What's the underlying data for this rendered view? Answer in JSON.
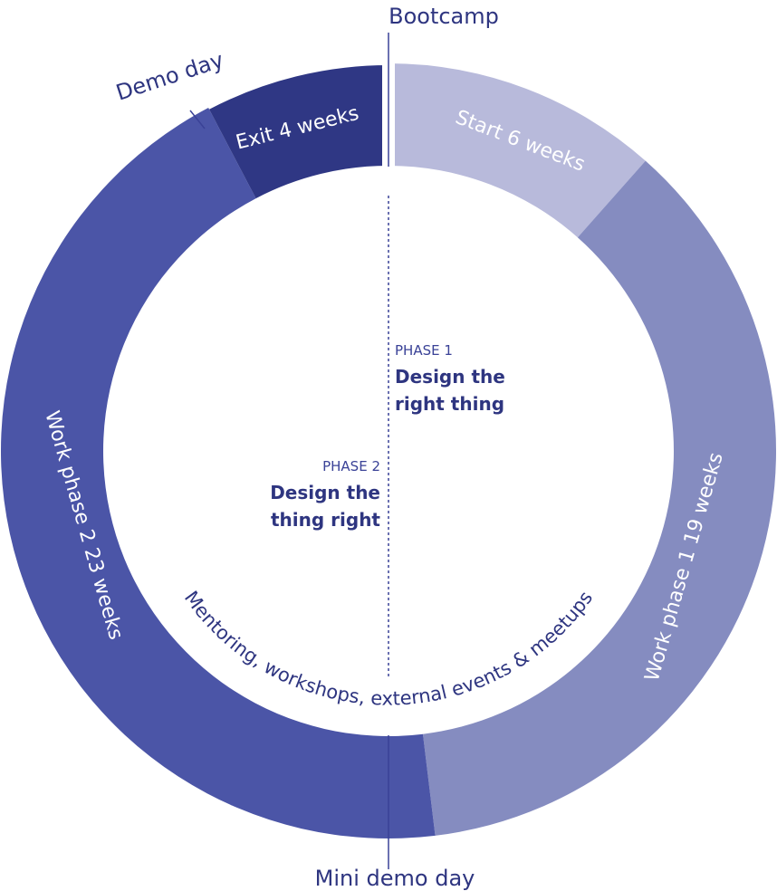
{
  "diagram": {
    "total_weeks": 52,
    "segments": [
      {
        "label": "Start  6 weeks",
        "weeks": 6,
        "color": "#b8badb"
      },
      {
        "label": "Work phase 1  19 weeks",
        "weeks": 19,
        "color": "#858cc0"
      },
      {
        "label": "Work phase 2  23 weeks",
        "weeks": 23,
        "color": "#4b55a7"
      },
      {
        "label": "Exit  4 weeks",
        "weeks": 4,
        "color": "#2f3784"
      }
    ],
    "milestones": {
      "top": "Bootcamp",
      "bottom": "Mini demo day",
      "exit": "Demo day"
    },
    "phases": [
      {
        "kicker": "PHASE 1",
        "title_line1": "Design the",
        "title_line2": "right thing"
      },
      {
        "kicker": "PHASE 2",
        "title_line1": "Design the",
        "title_line2": "thing right"
      }
    ],
    "inner_arc_text": "Mentoring, workshops, external events & meetups",
    "colors": {
      "text": "#2e3580",
      "divider": "#3a4297"
    }
  }
}
